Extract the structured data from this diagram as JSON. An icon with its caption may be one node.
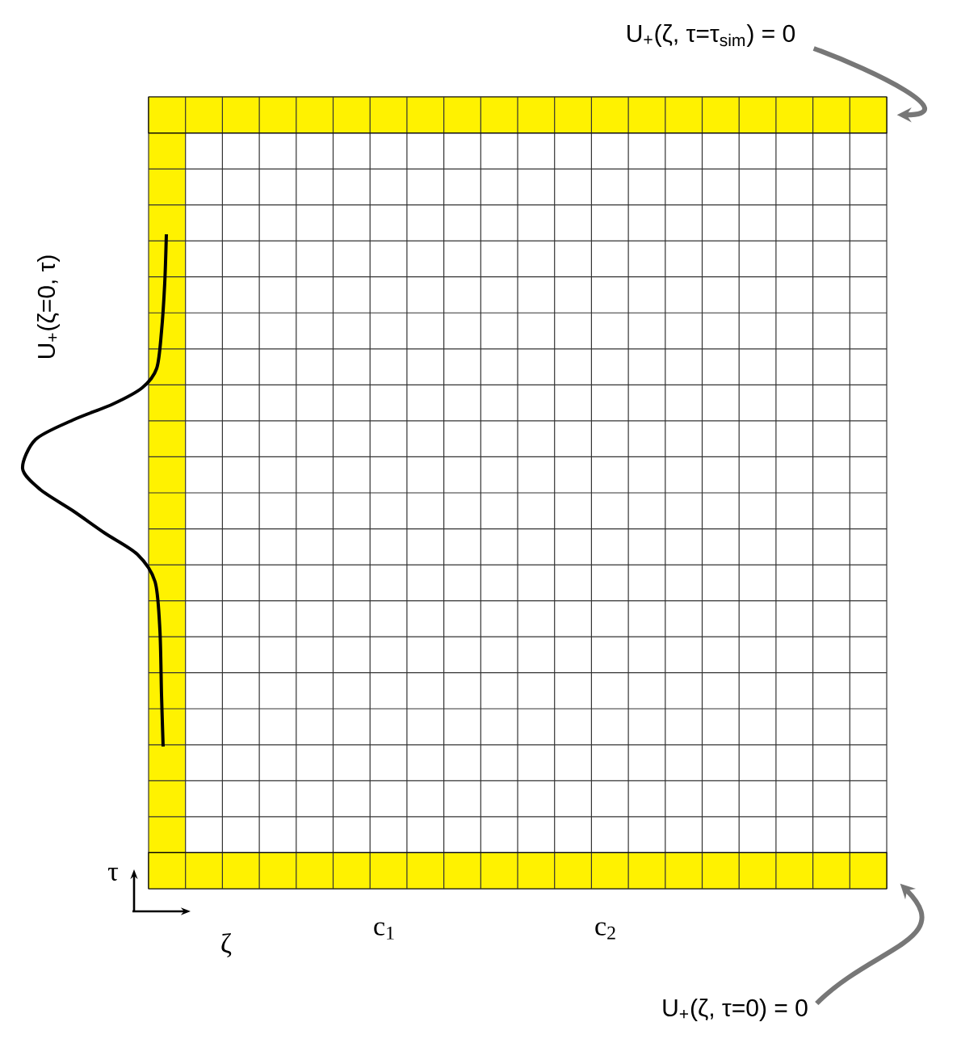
{
  "diagram": {
    "nodes": [
      {
        "text": [
          "U$_{+}$(ζ, τ=τ$_{sim}$) = 0"
        ]
      },
      {
        "text": [],
        "shape": "bar"
      },
      {
        "text": [
          "U$_{+}$(ζ, τ=0) = 0"
        ]
      },
      {
        "text": [],
        "shape": "bar"
      }
    ],
    "edges": [
      {
        "from": 0,
        "to": 1,
        "arrow": "to"
      },
      {
        "from": 2,
        "to": 3,
        "arrow": "to"
      }
    ],
    "labels": [
      "U$_{+}$(ζ=0, τ)",
      "τ",
      "ζ",
      "c$_{1}$",
      "c$_{2}$"
    ]
  }
}
